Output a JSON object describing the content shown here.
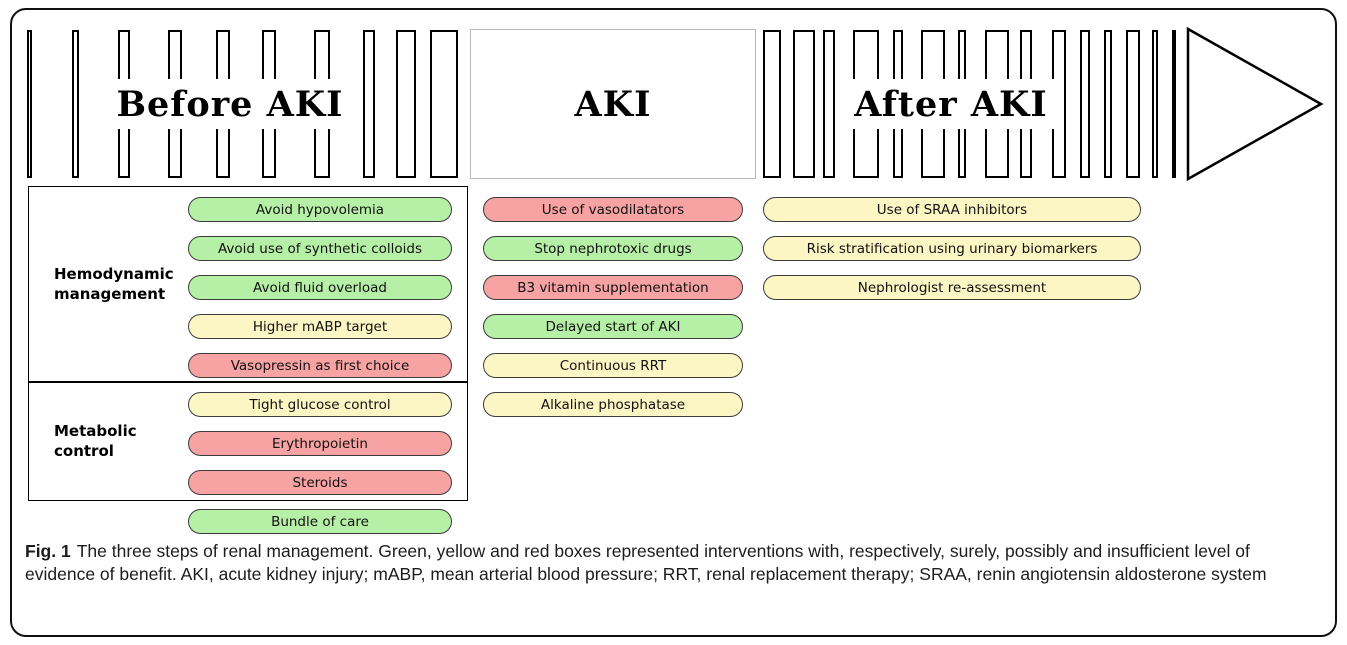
{
  "figure": {
    "caption_label": "Fig. 1",
    "caption_text": "The three steps of renal management. Green, yellow and red boxes represented interventions with, respectively, surely, possibly and insufficient level of evidence of benefit. AKI, acute kidney injury; mABP, mean arterial blood pressure; RRT, renal replacement therapy; SRAA, renin angiotensin aldosterone system"
  },
  "timeline": {
    "phases": [
      {
        "label": "Before AKI"
      },
      {
        "label": "AKI"
      },
      {
        "label": "After AKI"
      }
    ]
  },
  "colors": {
    "green": "#b6f0a6",
    "yellow": "#fcf6c4",
    "red": "#f8a3a3",
    "meaning": {
      "green": "surely",
      "yellow": "possibly",
      "red": "insufficient"
    }
  },
  "before": {
    "groups": [
      {
        "label_line1": "Hemodynamic",
        "label_line2": "management",
        "items": [
          {
            "text": "Avoid hypovolemia",
            "level": "green"
          },
          {
            "text": "Avoid use of synthetic colloids",
            "level": "green"
          },
          {
            "text": "Avoid fluid overload",
            "level": "green"
          },
          {
            "text": "Higher mABP target",
            "level": "yellow"
          },
          {
            "text": "Vasopressin as first choice",
            "level": "red"
          }
        ]
      },
      {
        "label_line1": "Metabolic",
        "label_line2": "control",
        "items": [
          {
            "text": "Tight glucose control",
            "level": "yellow"
          },
          {
            "text": "Erythropoietin",
            "level": "red"
          },
          {
            "text": "Steroids",
            "level": "red"
          }
        ]
      }
    ],
    "footer_item": {
      "text": "Bundle of care",
      "level": "green"
    }
  },
  "during": {
    "items": [
      {
        "text": "Use of vasodilatators",
        "level": "red"
      },
      {
        "text": "Stop nephrotoxic drugs",
        "level": "green"
      },
      {
        "text": "B3 vitamin supplementation",
        "level": "red"
      },
      {
        "text": "Delayed start of AKI",
        "level": "green"
      },
      {
        "text": "Continuous RRT",
        "level": "yellow"
      },
      {
        "text": "Alkaline phosphatase",
        "level": "yellow"
      }
    ]
  },
  "after": {
    "items": [
      {
        "text": "Use of SRAA inhibitors",
        "level": "yellow"
      },
      {
        "text": "Risk stratification using urinary biomarkers",
        "level": "yellow"
      },
      {
        "text": "Nephrologist re-assessment",
        "level": "yellow"
      }
    ]
  }
}
